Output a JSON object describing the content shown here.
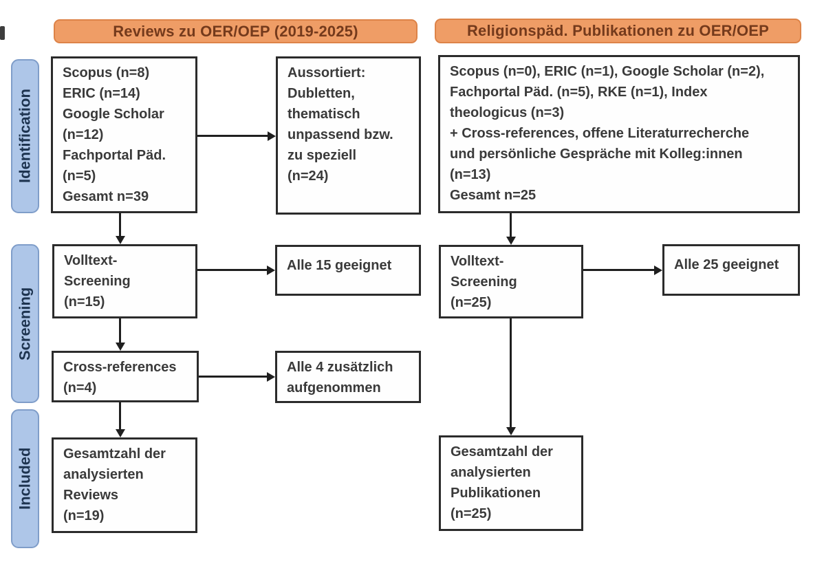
{
  "headers": {
    "left": "Reviews zu OER/OEP (2019-2025)",
    "right": "Religionspäd. Publikationen zu OER/OEP"
  },
  "stages": {
    "identification": "Identification",
    "screening": "Screening",
    "included": "Included"
  },
  "left": {
    "sources": "Scopus (n=8)\nERIC (n=14)\nGoogle Scholar\n(n=12)\nFachportal Päd.\n(n=5)\nGesamt n=39",
    "excluded": "Aussortiert:\nDubletten,\nthematisch\nunpassend bzw.\nzu speziell\n(n=24)",
    "fulltext": "Volltext-\nScreening\n(n=15)",
    "fulltext_result": "Alle 15 geeignet",
    "crossref": "Cross-references\n(n=4)",
    "crossref_result": "Alle 4 zusätzlich\naufgenommen",
    "total": "Gesamtzahl der\nanalysierten\nReviews\n(n=19)"
  },
  "right": {
    "sources": "Scopus (n=0), ERIC (n=1), Google Scholar (n=2),\nFachportal Päd. (n=5), RKE (n=1), Index\ntheologicus (n=3)\n+ Cross-references, offene Literaturrecherche\nund persönliche Gespräche mit Kolleg:innen\n(n=13)\nGesamt n=25",
    "fulltext": "Volltext-\nScreening\n(n=25)",
    "fulltext_result": "Alle 25 geeignet",
    "total": "Gesamtzahl der\nanalysierten\nPublikationen\n(n=25)"
  },
  "colors": {
    "header_fill": "#EF9D66",
    "header_border": "#DD8348",
    "header_text": "#743A1C",
    "stage_fill": "#AEC6E8",
    "stage_border": "#7F9DC9",
    "stage_text": "#1E3450",
    "box_border": "#2B2B2B",
    "box_text": "#3A3A3A",
    "arrow": "#1F1F1F"
  }
}
